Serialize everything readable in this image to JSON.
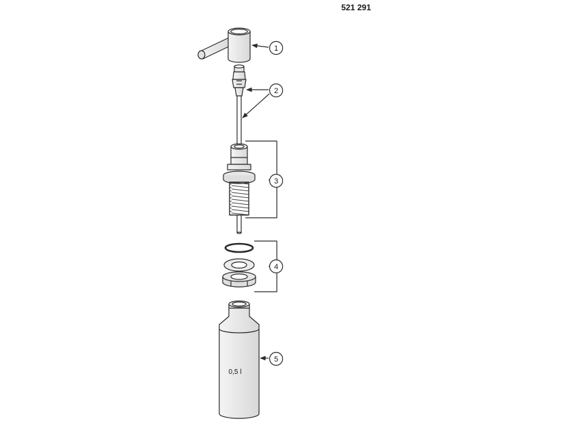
{
  "drawing": {
    "article_number": "521 291",
    "bottle_label": "0,5 l",
    "callouts": [
      "1",
      "2",
      "3",
      "4",
      "5"
    ]
  },
  "colors": {
    "line": "#2a2a2a",
    "fill_light": "#ececec",
    "fill_mid": "#d6d6d6",
    "background": "#ffffff"
  }
}
